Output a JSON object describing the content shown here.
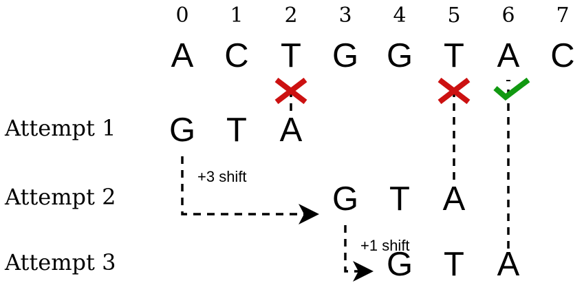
{
  "indices": [
    "0",
    "1",
    "2",
    "3",
    "4",
    "5",
    "6",
    "7"
  ],
  "text_sequence": [
    "A",
    "C",
    "T",
    "G",
    "G",
    "T",
    "A",
    "C"
  ],
  "pattern": [
    "G",
    "T",
    "A"
  ],
  "attempts": [
    {
      "label": "Attempt 1",
      "offset": 0
    },
    {
      "label": "Attempt 2",
      "offset": 3
    },
    {
      "label": "Attempt 3",
      "offset": 4
    }
  ],
  "shifts": [
    {
      "label": "+3 shift"
    },
    {
      "label": "+1 shift"
    }
  ],
  "marks": [
    {
      "index": 2,
      "type": "mismatch",
      "icon": "cross-icon",
      "color": "#cc1111"
    },
    {
      "index": 5,
      "type": "mismatch",
      "icon": "cross-icon",
      "color": "#cc1111"
    },
    {
      "index": 6,
      "type": "match",
      "icon": "check-icon",
      "color": "#119911"
    }
  ]
}
